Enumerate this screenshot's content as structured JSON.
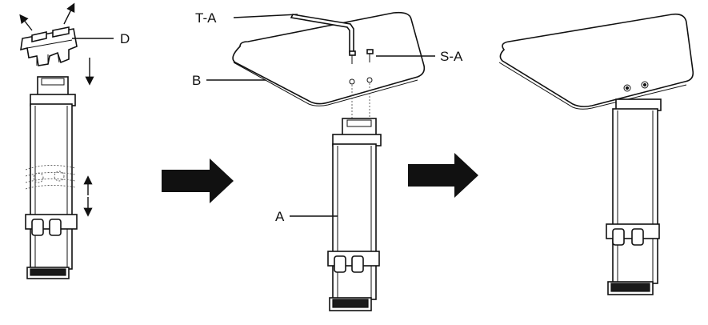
{
  "labels": {
    "clip": "D",
    "wrench": "T-A",
    "screws": "S-A",
    "top": "B",
    "column": "A"
  },
  "icons": [
    "arrow-right-icon",
    "arrow-right-icon",
    "double-arrow-icon",
    "arrow-down-icon"
  ]
}
